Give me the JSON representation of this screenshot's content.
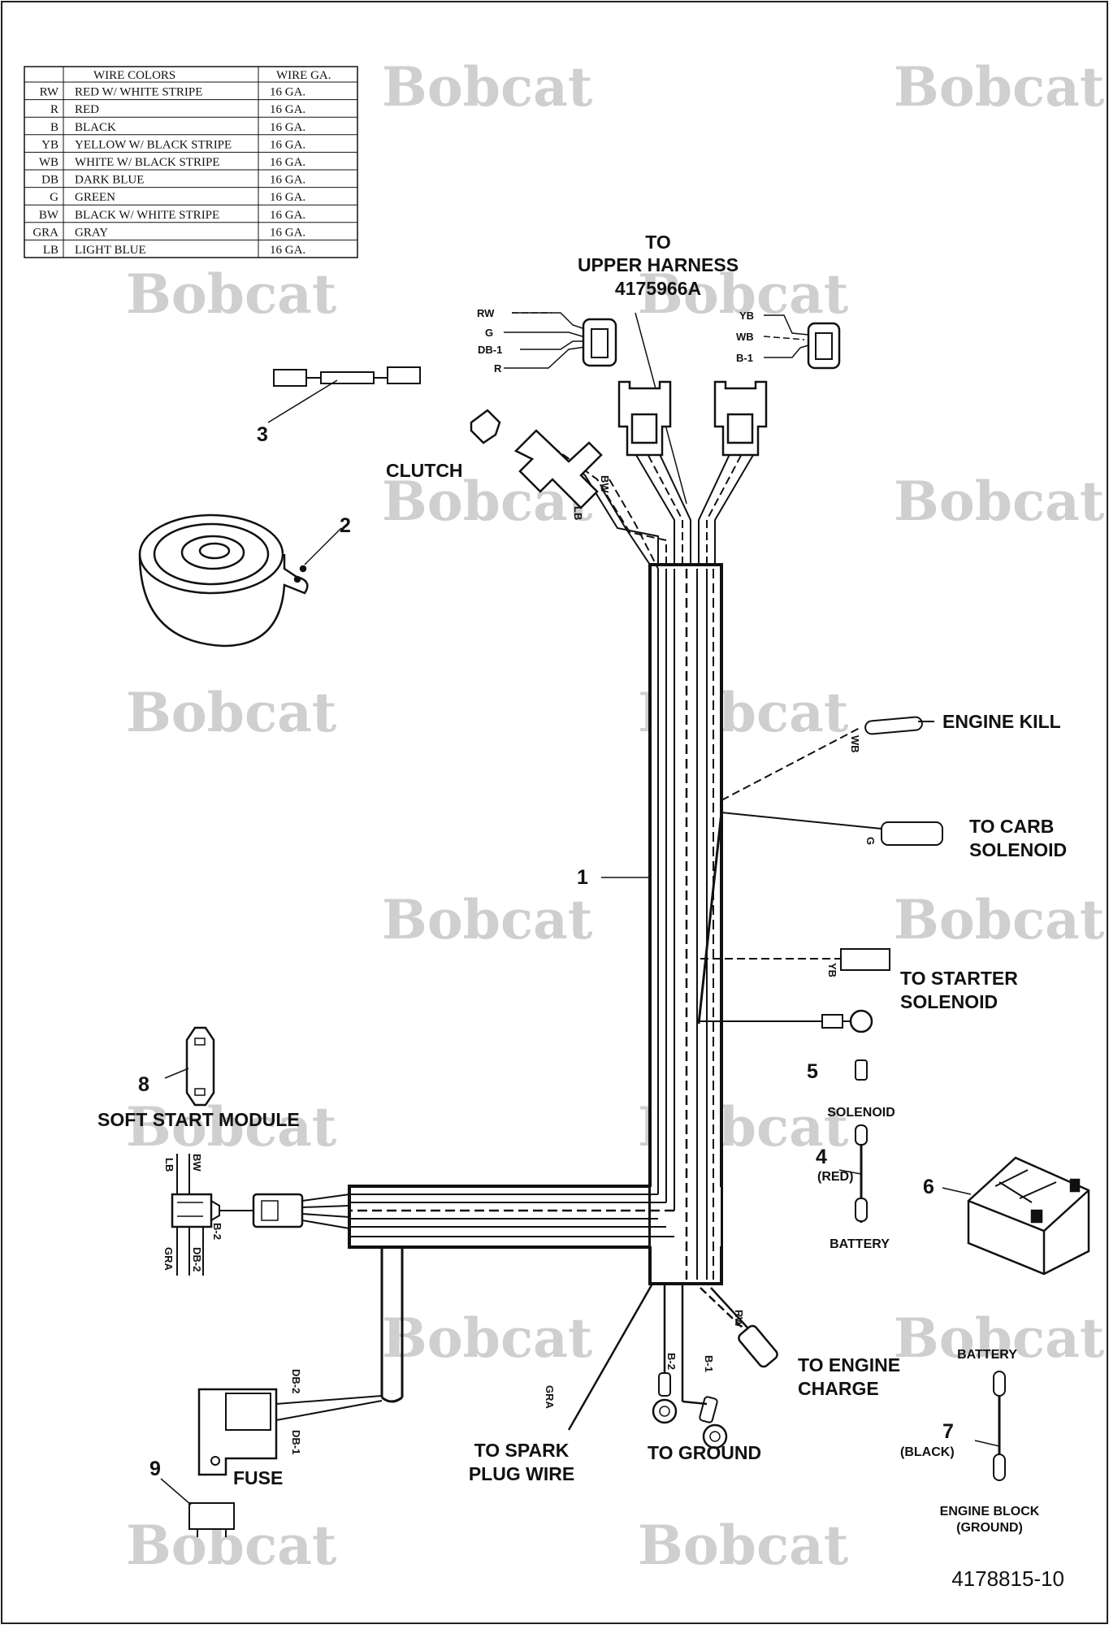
{
  "wire_table": {
    "header_colors": "WIRE COLORS",
    "header_gauge": "WIRE GA.",
    "rows": [
      {
        "code": "RW",
        "color": "RED W/ WHITE STRIPE",
        "gauge": "16 GA."
      },
      {
        "code": "R",
        "color": "RED",
        "gauge": "16 GA."
      },
      {
        "code": "B",
        "color": "BLACK",
        "gauge": "16 GA."
      },
      {
        "code": "YB",
        "color": "YELLOW W/ BLACK STRIPE",
        "gauge": "16 GA."
      },
      {
        "code": "WB",
        "color": "WHITE W/ BLACK STRIPE",
        "gauge": "16 GA."
      },
      {
        "code": "DB",
        "color": "DARK BLUE",
        "gauge": "16 GA."
      },
      {
        "code": "G",
        "color": "GREEN",
        "gauge": "16 GA."
      },
      {
        "code": "BW",
        "color": "BLACK W/ WHITE STRIPE",
        "gauge": "16 GA."
      },
      {
        "code": "GRA",
        "color": "GRAY",
        "gauge": "16 GA."
      },
      {
        "code": "LB",
        "color": "LIGHT BLUE",
        "gauge": "16 GA."
      }
    ]
  },
  "watermark": "Bobcat",
  "labels": {
    "upper_harness_1": "TO",
    "upper_harness_2": "UPPER HARNESS",
    "upper_harness_3": "4175966A",
    "clutch": "CLUTCH",
    "engine_kill": "ENGINE KILL",
    "carb_1": "TO CARB",
    "carb_2": "SOLENOID",
    "starter_1": "TO STARTER",
    "starter_2": "SOLENOID",
    "soft_start": "SOFT START MODULE",
    "solenoid": "SOLENOID",
    "red": "(RED)",
    "battery": "BATTERY",
    "battery_top": "BATTERY",
    "black": "(BLACK)",
    "engine_block_1": "ENGINE BLOCK",
    "engine_block_2": "(GROUND)",
    "engine_charge_1": "TO ENGINE",
    "engine_charge_2": "CHARGE",
    "spark_1": "TO SPARK",
    "spark_2": "PLUG WIRE",
    "ground": "TO GROUND",
    "fuse": "FUSE",
    "drawing_number": "4178815-10"
  },
  "callouts": {
    "n1": "1",
    "n2": "2",
    "n3": "3",
    "n4": "4",
    "n5": "5",
    "n6": "6",
    "n7": "7",
    "n8": "8",
    "n9": "9"
  },
  "wire_codes": {
    "rw": "RW",
    "g": "G",
    "db1": "DB-1",
    "r": "R",
    "yb": "YB",
    "wb": "WB",
    "b1": "B-1",
    "bw": "BW",
    "lb": "LB",
    "wb_kill": "WB",
    "g_carb": "G",
    "yb_starter": "YB",
    "ssm_lb": "LB",
    "ssm_bw": "BW",
    "ssm_b2": "B-2",
    "ssm_gra": "GRA",
    "ssm_db2": "DB-2",
    "fuse_db2": "DB-2",
    "fuse_db1": "DB-1",
    "gra_spark": "GRA",
    "b2_gnd": "B-2",
    "b1_gnd": "B-1",
    "rw_charge": "RW"
  }
}
